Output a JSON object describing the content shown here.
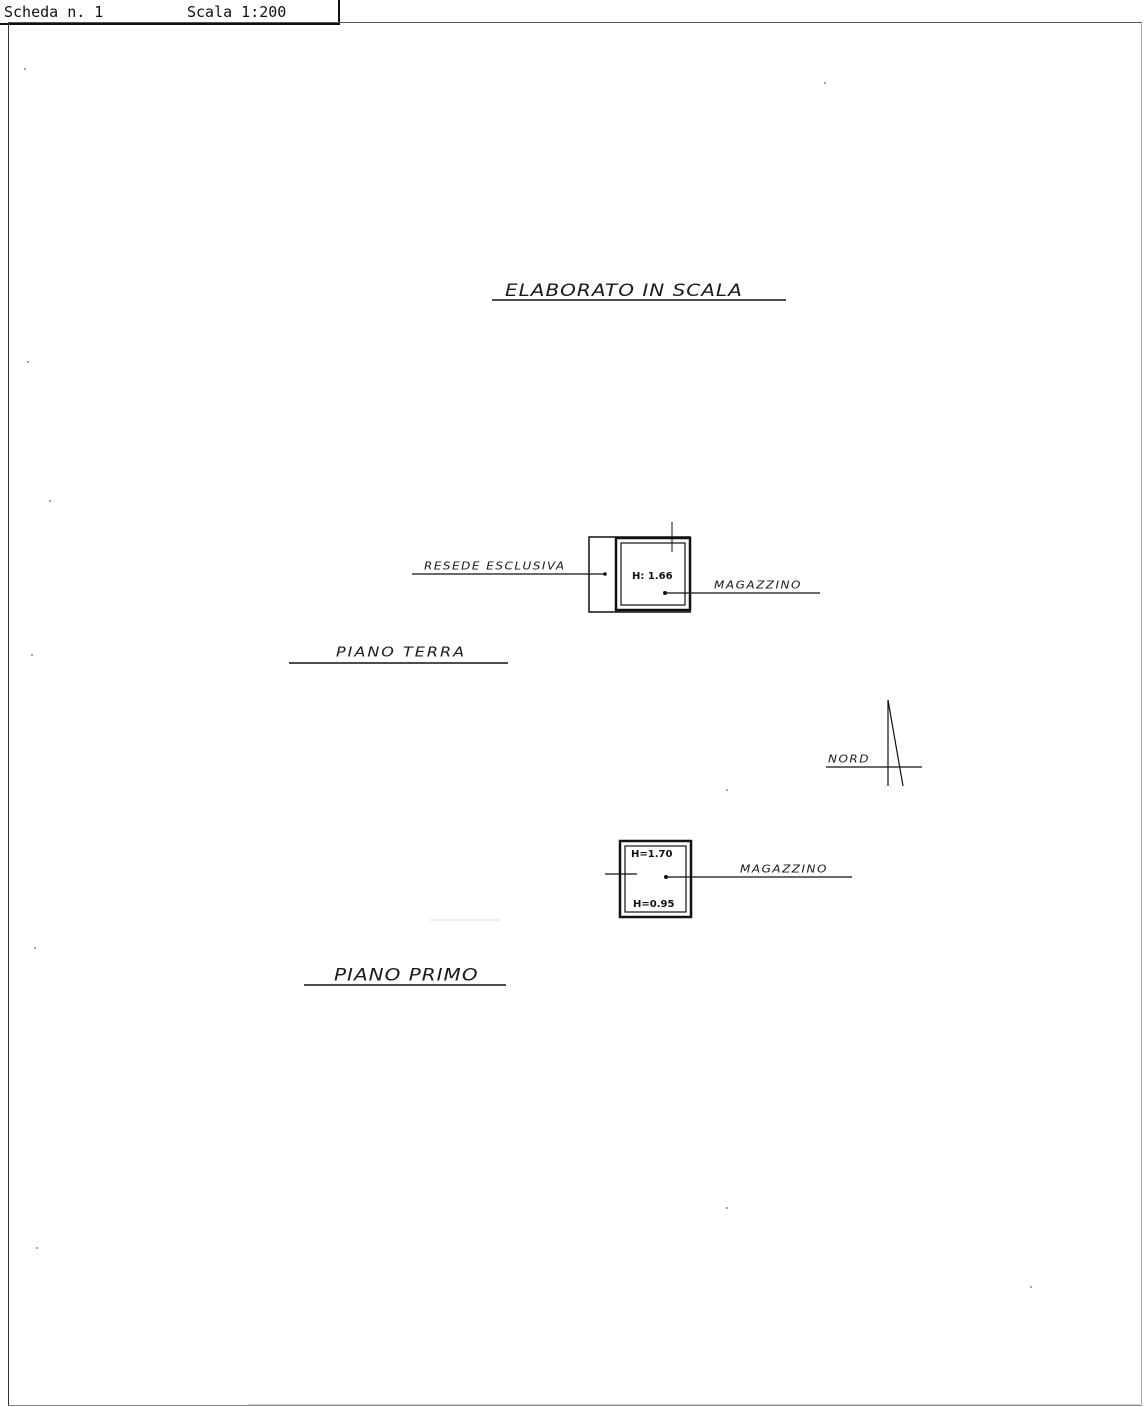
{
  "header": {
    "sheet": "Scheda n. 1",
    "scale": "Scala 1:200"
  },
  "title": "ELABORATO IN SCALA",
  "ground_floor": {
    "label": "PIANO TERRA",
    "courtyard_label": "RESEDE ESCLUSIVA",
    "room_label": "MAGAZZINO",
    "height": "H: 1.66"
  },
  "north": {
    "label": "NORD"
  },
  "first_floor": {
    "label": "PIANO PRIMO",
    "room_label": "MAGAZZINO",
    "height_top": "H=1.70",
    "height_bottom": "H=0.95"
  },
  "colors": {
    "ink": "#111111",
    "paper": "#ffffff"
  }
}
